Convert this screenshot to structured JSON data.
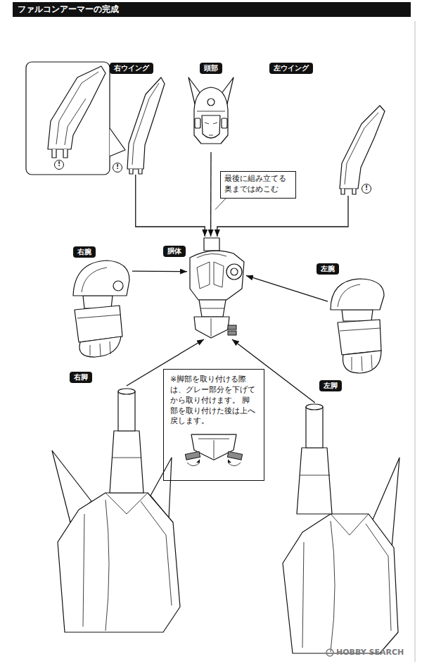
{
  "diagram": {
    "title": "ファルコンアーマーの完成",
    "nodes": [
      {
        "text": [
          "右ウイング"
        ]
      },
      {
        "text": [
          "頭部"
        ]
      },
      {
        "text": [
          "左ウイング"
        ]
      },
      {
        "text": [
          "最後に組み立てる 奥まではめこむ"
        ]
      },
      {
        "text": [
          "右腕"
        ]
      },
      {
        "text": [
          "胴体"
        ]
      },
      {
        "text": [
          "左腕"
        ]
      },
      {
        "text": [
          "※脚部を取り付ける際は、グレー部分を下げてから取り付けます。 脚部を取り付けた後は上へ戻します。"
        ]
      },
      {
        "text": [
          "右脚"
        ]
      },
      {
        "text": [
          "左脚"
        ]
      }
    ],
    "edges": [
      {
        "from": 0,
        "to": 5,
        "arrow": "to"
      },
      {
        "from": 1,
        "to": 5,
        "arrow": "to"
      },
      {
        "from": 2,
        "to": 5,
        "arrow": "to"
      },
      {
        "from": 4,
        "to": 5,
        "arrow": "to"
      },
      {
        "from": 6,
        "to": 5,
        "arrow": "to"
      },
      {
        "from": 8,
        "to": 5,
        "arrow": "to"
      },
      {
        "from": 9,
        "to": 5,
        "arrow": "to"
      }
    ],
    "labels": [
      "!",
      "!",
      "!",
      "HOBBY SEARCH"
    ]
  }
}
